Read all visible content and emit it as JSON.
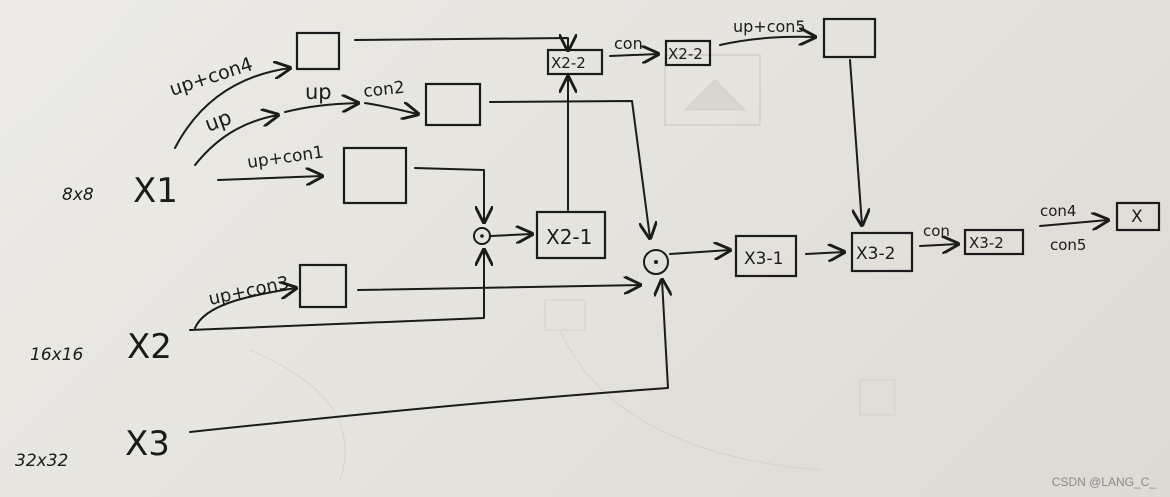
{
  "rows": {
    "x1": {
      "size": "8x8",
      "name": "X1"
    },
    "x2": {
      "size": "16x16",
      "name": "X2"
    },
    "x3": {
      "size": "32x32",
      "name": "X3"
    }
  },
  "ops": {
    "up_con4": "up+con4",
    "up": "up",
    "up2": "up",
    "con2": "con2",
    "up_con1": "up+con1",
    "up_con3": "up+con3",
    "con_a": "con",
    "up_con5": "up+con5",
    "con_b": "con",
    "out_con4": "con4",
    "out_con5": "con5"
  },
  "nodes": {
    "x2_1": "X2-1",
    "x2_2a": "X2-2",
    "x2_2b": "X2-2",
    "x3_1": "X3-1",
    "x3_2a": "X3-2",
    "x3_2b": "X3-2",
    "out": "X"
  },
  "watermark": "CSDN @LANG_C_"
}
